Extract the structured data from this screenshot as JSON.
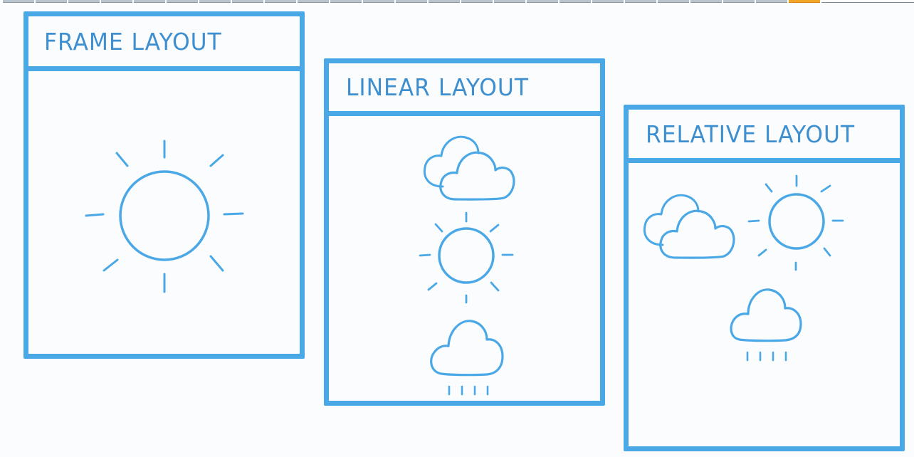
{
  "panels": [
    {
      "title": "FRAME LAYOUT"
    },
    {
      "title": "LINEAR LAYOUT"
    },
    {
      "title": "RELATIVE LAYOUT"
    }
  ],
  "colors": {
    "accent": "#4aa8e6",
    "title_text": "#3d8fcf",
    "background": "#fbfcfe",
    "progress_active": "#f2a427"
  },
  "icons": {
    "frame": [
      "sun-icon"
    ],
    "linear": [
      "partly-cloudy-icon",
      "sun-icon",
      "rain-cloud-icon"
    ],
    "relative": [
      "partly-cloudy-icon",
      "sun-icon",
      "rain-cloud-icon"
    ]
  }
}
